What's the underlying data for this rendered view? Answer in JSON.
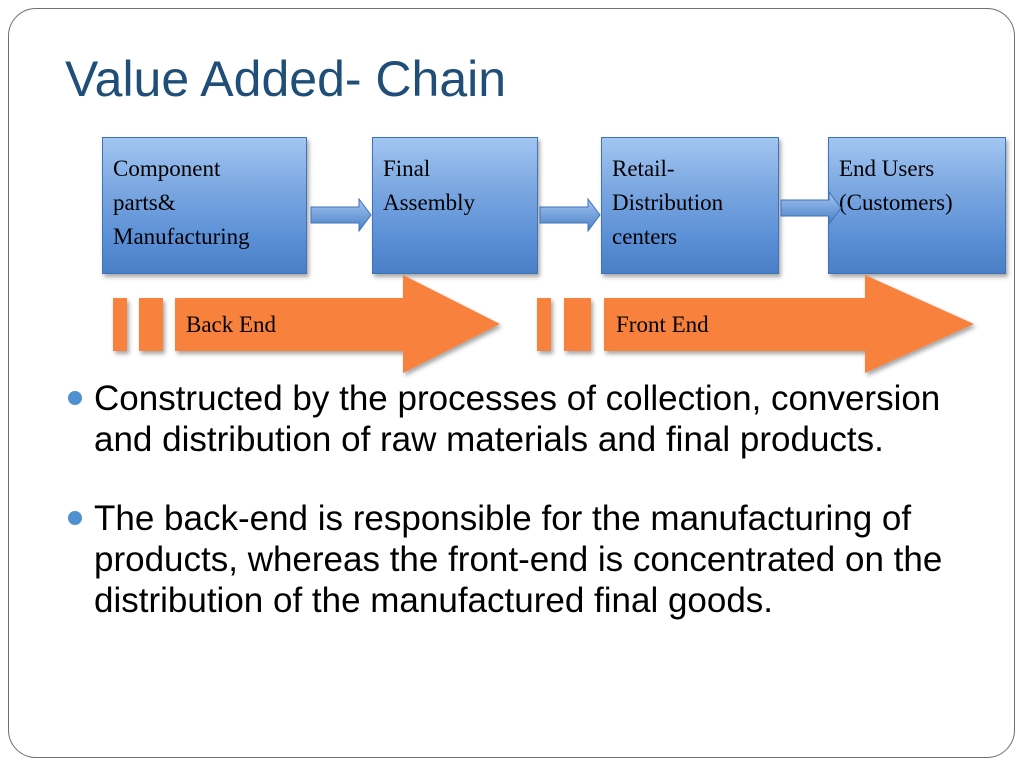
{
  "title": "Value Added- Chain",
  "chain_boxes": [
    {
      "label": "Component\nparts&\nManufacturing"
    },
    {
      "label": "Final\nAssembly"
    },
    {
      "label": "Retail-\nDistribution\ncenters"
    },
    {
      "label": "End Users\n(Customers)"
    }
  ],
  "phases": [
    {
      "label": "Back End"
    },
    {
      "label": "Front End"
    }
  ],
  "bullets": [
    {
      "text": "Constructed by the processes of collection, conversion and distribution of raw materials and final products."
    },
    {
      "text": "The back-end is responsible for the manufacturing of products, whereas the front-end is concentrated on the distribution of the manufactured final goods."
    }
  ],
  "colors": {
    "title": "#1f4e79",
    "box_fill": "#5a8fd6",
    "arrow_orange": "#f7813e",
    "bullet": "#4f90d0"
  }
}
